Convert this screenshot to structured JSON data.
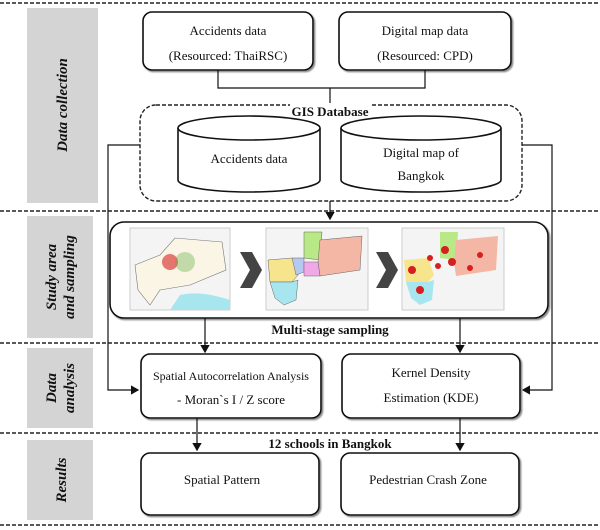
{
  "sections": [
    {
      "label": "Data collection"
    },
    {
      "label": "Study area",
      "label2": "and sampling"
    },
    {
      "label": "Data",
      "label2": "analysis"
    },
    {
      "label": "Results"
    }
  ],
  "data_collection": {
    "accidents_box": {
      "line1": "Accidents data",
      "line2": "(Resourced: ThaiRSC)"
    },
    "map_box": {
      "line1": "Digital map data",
      "line2": "(Resourced: CPD)"
    },
    "gis_title": "GIS Database",
    "cyl_accidents": "Accidents data",
    "cyl_map": {
      "line1": "Digital map of",
      "line2": "Bangkok"
    }
  },
  "sampling": {
    "caption": "Multi-stage sampling"
  },
  "analysis": {
    "spatial": {
      "line1": "Spatial Autocorrelation Analysis",
      "line2": "- Moran`s I / Z score"
    },
    "kde": {
      "line1": "Kernel Density",
      "line2": "Estimation (KDE)"
    }
  },
  "results": {
    "caption": "12 schools in Bangkok",
    "pattern": "Spatial Pattern",
    "crash": "Pedestrian Crash Zone"
  },
  "colors": {
    "side_bg": "#d4d4d4",
    "zone_yellow": "#f6e58d",
    "zone_green": "#b8e986",
    "zone_salmon": "#f5b7a5",
    "zone_cyan": "#a8e6ef",
    "zone_pink": "#f0a8e8",
    "zone_blue": "#b5c8ef",
    "hotspot": "#d61f1f"
  }
}
